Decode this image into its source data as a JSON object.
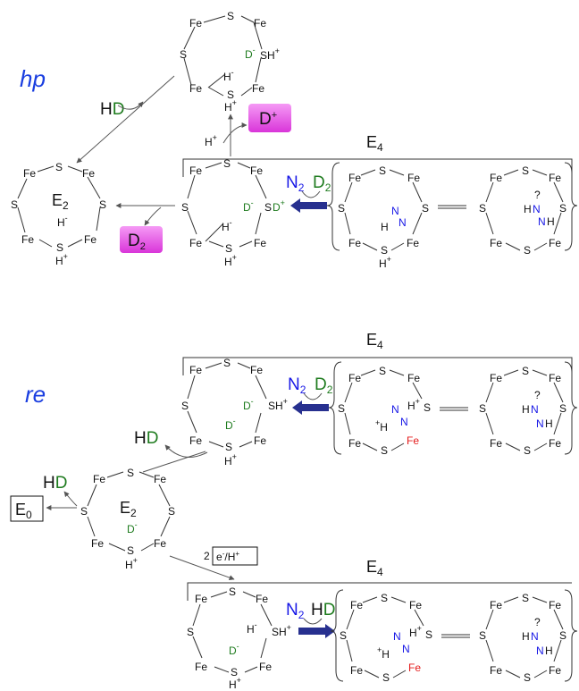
{
  "modes": {
    "hp": "hp",
    "re": "re"
  },
  "atoms": {
    "Fe": "Fe",
    "S": "S",
    "SH_plus": "SH",
    "H_plus": "H",
    "H_minus": "H",
    "D_minus": "D",
    "plus": "+",
    "minus": "-"
  },
  "species": {
    "E4": "E",
    "E4_sub": "4",
    "E2": "E",
    "E2_sub": "2",
    "E0": "E",
    "E0_sub": "0",
    "D2": "D",
    "D2_sub": "2",
    "D_plus": "D",
    "HD_H": "H",
    "HD_D": "D",
    "N2": "N",
    "N2_sub": "2",
    "H2_step": "2",
    "e_H": "e",
    "e_H_tail": "/H",
    "question": "?",
    "N": "N",
    "H": "H"
  },
  "colors": {
    "green": "#1e7b1e",
    "blue": "#1717e6",
    "red": "#e41b1b",
    "magenta": "#e546e5",
    "arrow_dark": "#27308f"
  }
}
